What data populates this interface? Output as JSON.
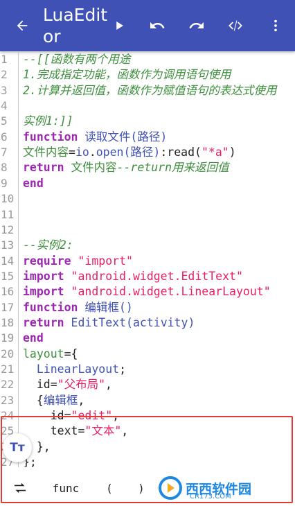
{
  "appbar": {
    "title": "LuaEditor",
    "icons": [
      "arrow-back-icon",
      "play-icon",
      "undo-icon",
      "redo-icon",
      "code-icon",
      "more-vert-icon"
    ]
  },
  "editor": {
    "lines": [
      {
        "n": "1",
        "tokens": [
          {
            "t": "--[[函数有两个用途",
            "c": "c-comment"
          }
        ]
      },
      {
        "n": "2",
        "tokens": [
          {
            "t": "1.完成指定功能，函数作为调用语句使用",
            "c": "c-comment"
          }
        ]
      },
      {
        "n": "3",
        "tokens": [
          {
            "t": "2.计算并返回值，函数作为赋值语句的表达式使用",
            "c": "c-comment"
          }
        ]
      },
      {
        "n": "4",
        "tokens": []
      },
      {
        "n": "5",
        "tokens": [
          {
            "t": "实例1:]]",
            "c": "c-comment"
          }
        ]
      },
      {
        "n": "6",
        "tokens": [
          {
            "t": "function ",
            "c": "c-kw"
          },
          {
            "t": "读取文件(路径)",
            "c": "c-fn"
          }
        ]
      },
      {
        "n": "7",
        "tokens": [
          {
            "t": "文件内容",
            "c": "c-green"
          },
          {
            "t": "=",
            "c": "c-plain"
          },
          {
            "t": "io",
            "c": "c-fn"
          },
          {
            "t": ".",
            "c": "c-plain"
          },
          {
            "t": "open",
            "c": "c-fn"
          },
          {
            "t": "(路径)",
            "c": "c-fn"
          },
          {
            "t": ":read(",
            "c": "c-plain"
          },
          {
            "t": "\"*a\"",
            "c": "c-str"
          },
          {
            "t": ")",
            "c": "c-plain"
          }
        ]
      },
      {
        "n": "8",
        "tokens": [
          {
            "t": "return ",
            "c": "c-kw"
          },
          {
            "t": "文件内容",
            "c": "c-green"
          },
          {
            "t": "--return用来返回值",
            "c": "c-comment"
          }
        ]
      },
      {
        "n": "9",
        "tokens": [
          {
            "t": "end",
            "c": "c-kw"
          }
        ]
      },
      {
        "n": "10",
        "tokens": []
      },
      {
        "n": "11",
        "tokens": []
      },
      {
        "n": "12",
        "tokens": []
      },
      {
        "n": "13",
        "tokens": [
          {
            "t": "--实例2:",
            "c": "c-comment"
          }
        ]
      },
      {
        "n": "14",
        "tokens": [
          {
            "t": "require ",
            "c": "c-kw"
          },
          {
            "t": "\"import\"",
            "c": "c-str"
          }
        ]
      },
      {
        "n": "15",
        "tokens": [
          {
            "t": "import ",
            "c": "c-kw"
          },
          {
            "t": "\"android.widget.EditText\"",
            "c": "c-str"
          }
        ]
      },
      {
        "n": "16",
        "tokens": [
          {
            "t": "import ",
            "c": "c-kw"
          },
          {
            "t": "\"android.widget.LinearLayout\"",
            "c": "c-str"
          }
        ]
      },
      {
        "n": "17",
        "tokens": [
          {
            "t": "function ",
            "c": "c-kw"
          },
          {
            "t": "编辑框()",
            "c": "c-fn"
          }
        ]
      },
      {
        "n": "18",
        "tokens": [
          {
            "t": "return ",
            "c": "c-kw"
          },
          {
            "t": "EditText(",
            "c": "c-fn"
          },
          {
            "t": "activity",
            "c": "c-fn"
          },
          {
            "t": ")",
            "c": "c-fn"
          }
        ]
      },
      {
        "n": "19",
        "tokens": [
          {
            "t": "end",
            "c": "c-kw"
          }
        ]
      },
      {
        "n": "20",
        "tokens": [
          {
            "t": "layout",
            "c": "c-green"
          },
          {
            "t": "={",
            "c": "c-plain"
          }
        ]
      },
      {
        "n": "21",
        "tokens": [
          {
            "t": "  LinearLayout",
            "c": "c-fn"
          },
          {
            "t": ";",
            "c": "c-plain"
          }
        ]
      },
      {
        "n": "22",
        "tokens": [
          {
            "t": "  id=",
            "c": "c-plain"
          },
          {
            "t": "\"父布局\"",
            "c": "c-str"
          },
          {
            "t": ",",
            "c": "c-plain"
          }
        ]
      },
      {
        "n": "23",
        "tokens": [
          {
            "t": "  {",
            "c": "c-plain"
          },
          {
            "t": "编辑框",
            "c": "c-fn"
          },
          {
            "t": ",",
            "c": "c-plain"
          }
        ]
      },
      {
        "n": "24",
        "tokens": [
          {
            "t": "    id=",
            "c": "c-plain"
          },
          {
            "t": "\"edit\"",
            "c": "c-str"
          },
          {
            "t": ",",
            "c": "c-plain"
          }
        ]
      },
      {
        "n": "25",
        "tokens": [
          {
            "t": "    text=",
            "c": "c-plain"
          },
          {
            "t": "\"文本\"",
            "c": "c-str"
          },
          {
            "t": ",",
            "c": "c-plain"
          }
        ]
      },
      {
        "n": "26",
        "tokens": [
          {
            "t": "  },",
            "c": "c-plain"
          }
        ]
      },
      {
        "n": "27",
        "tokens": [
          {
            "t": "};",
            "c": "c-plain"
          }
        ]
      }
    ]
  },
  "fontbtn": {
    "label": "Tт"
  },
  "toolbar": {
    "tab_icon": "tab-swap-icon",
    "func": "func",
    "lparen": "(",
    "rparen": ")"
  },
  "watermark": {
    "text": "西西软件园",
    "sub": "CR173.COM"
  }
}
